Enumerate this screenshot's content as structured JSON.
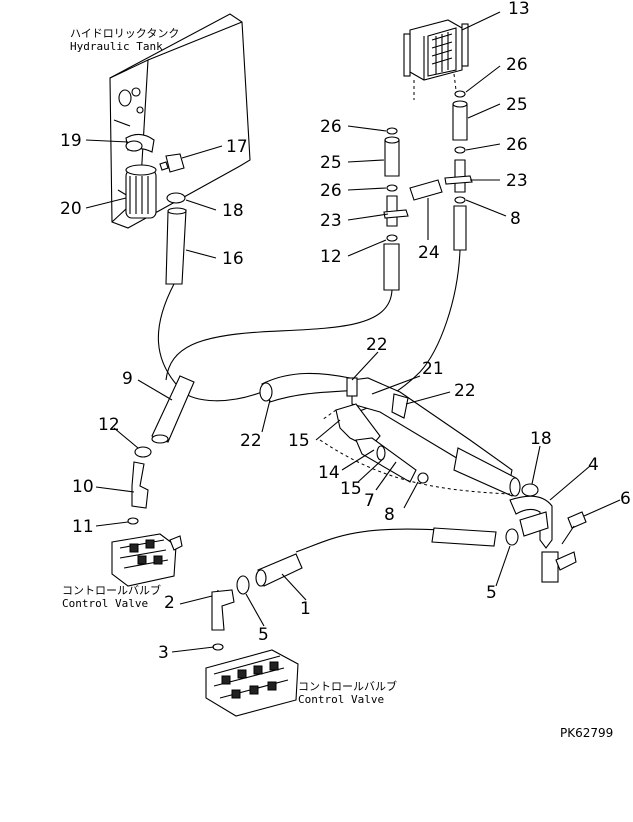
{
  "captions": {
    "tank_jp": "ハイドロリックタンク",
    "tank_en": "Hydraulic Tank",
    "cv1_jp": "コントロールバルブ",
    "cv1_en": "Control Valve",
    "cv2_jp": "コントロールバルブ",
    "cv2_en": "Control Valve"
  },
  "drawing_code": "PK62799",
  "callouts": {
    "c13": "13",
    "c26a": "26",
    "c25a": "25",
    "c26b": "26",
    "c23a": "23",
    "c8a": "8",
    "c26c": "26",
    "c25b": "25",
    "c26d": "26",
    "c23b": "23",
    "c12a": "12",
    "c24": "24",
    "c19": "19",
    "c17": "17",
    "c20": "20",
    "c18a": "18",
    "c16": "16",
    "c22a": "22",
    "c9": "9",
    "c21": "21",
    "c22b": "22",
    "c12b": "12",
    "c22c": "22",
    "c15a": "15",
    "c14": "14",
    "c15b": "15",
    "c7": "7",
    "c8b": "8",
    "c10": "10",
    "c11": "11",
    "c18b": "18",
    "c4": "4",
    "c6": "6",
    "c2": "2",
    "c5a": "5",
    "c1": "1",
    "c5b": "5",
    "c3": "3"
  }
}
